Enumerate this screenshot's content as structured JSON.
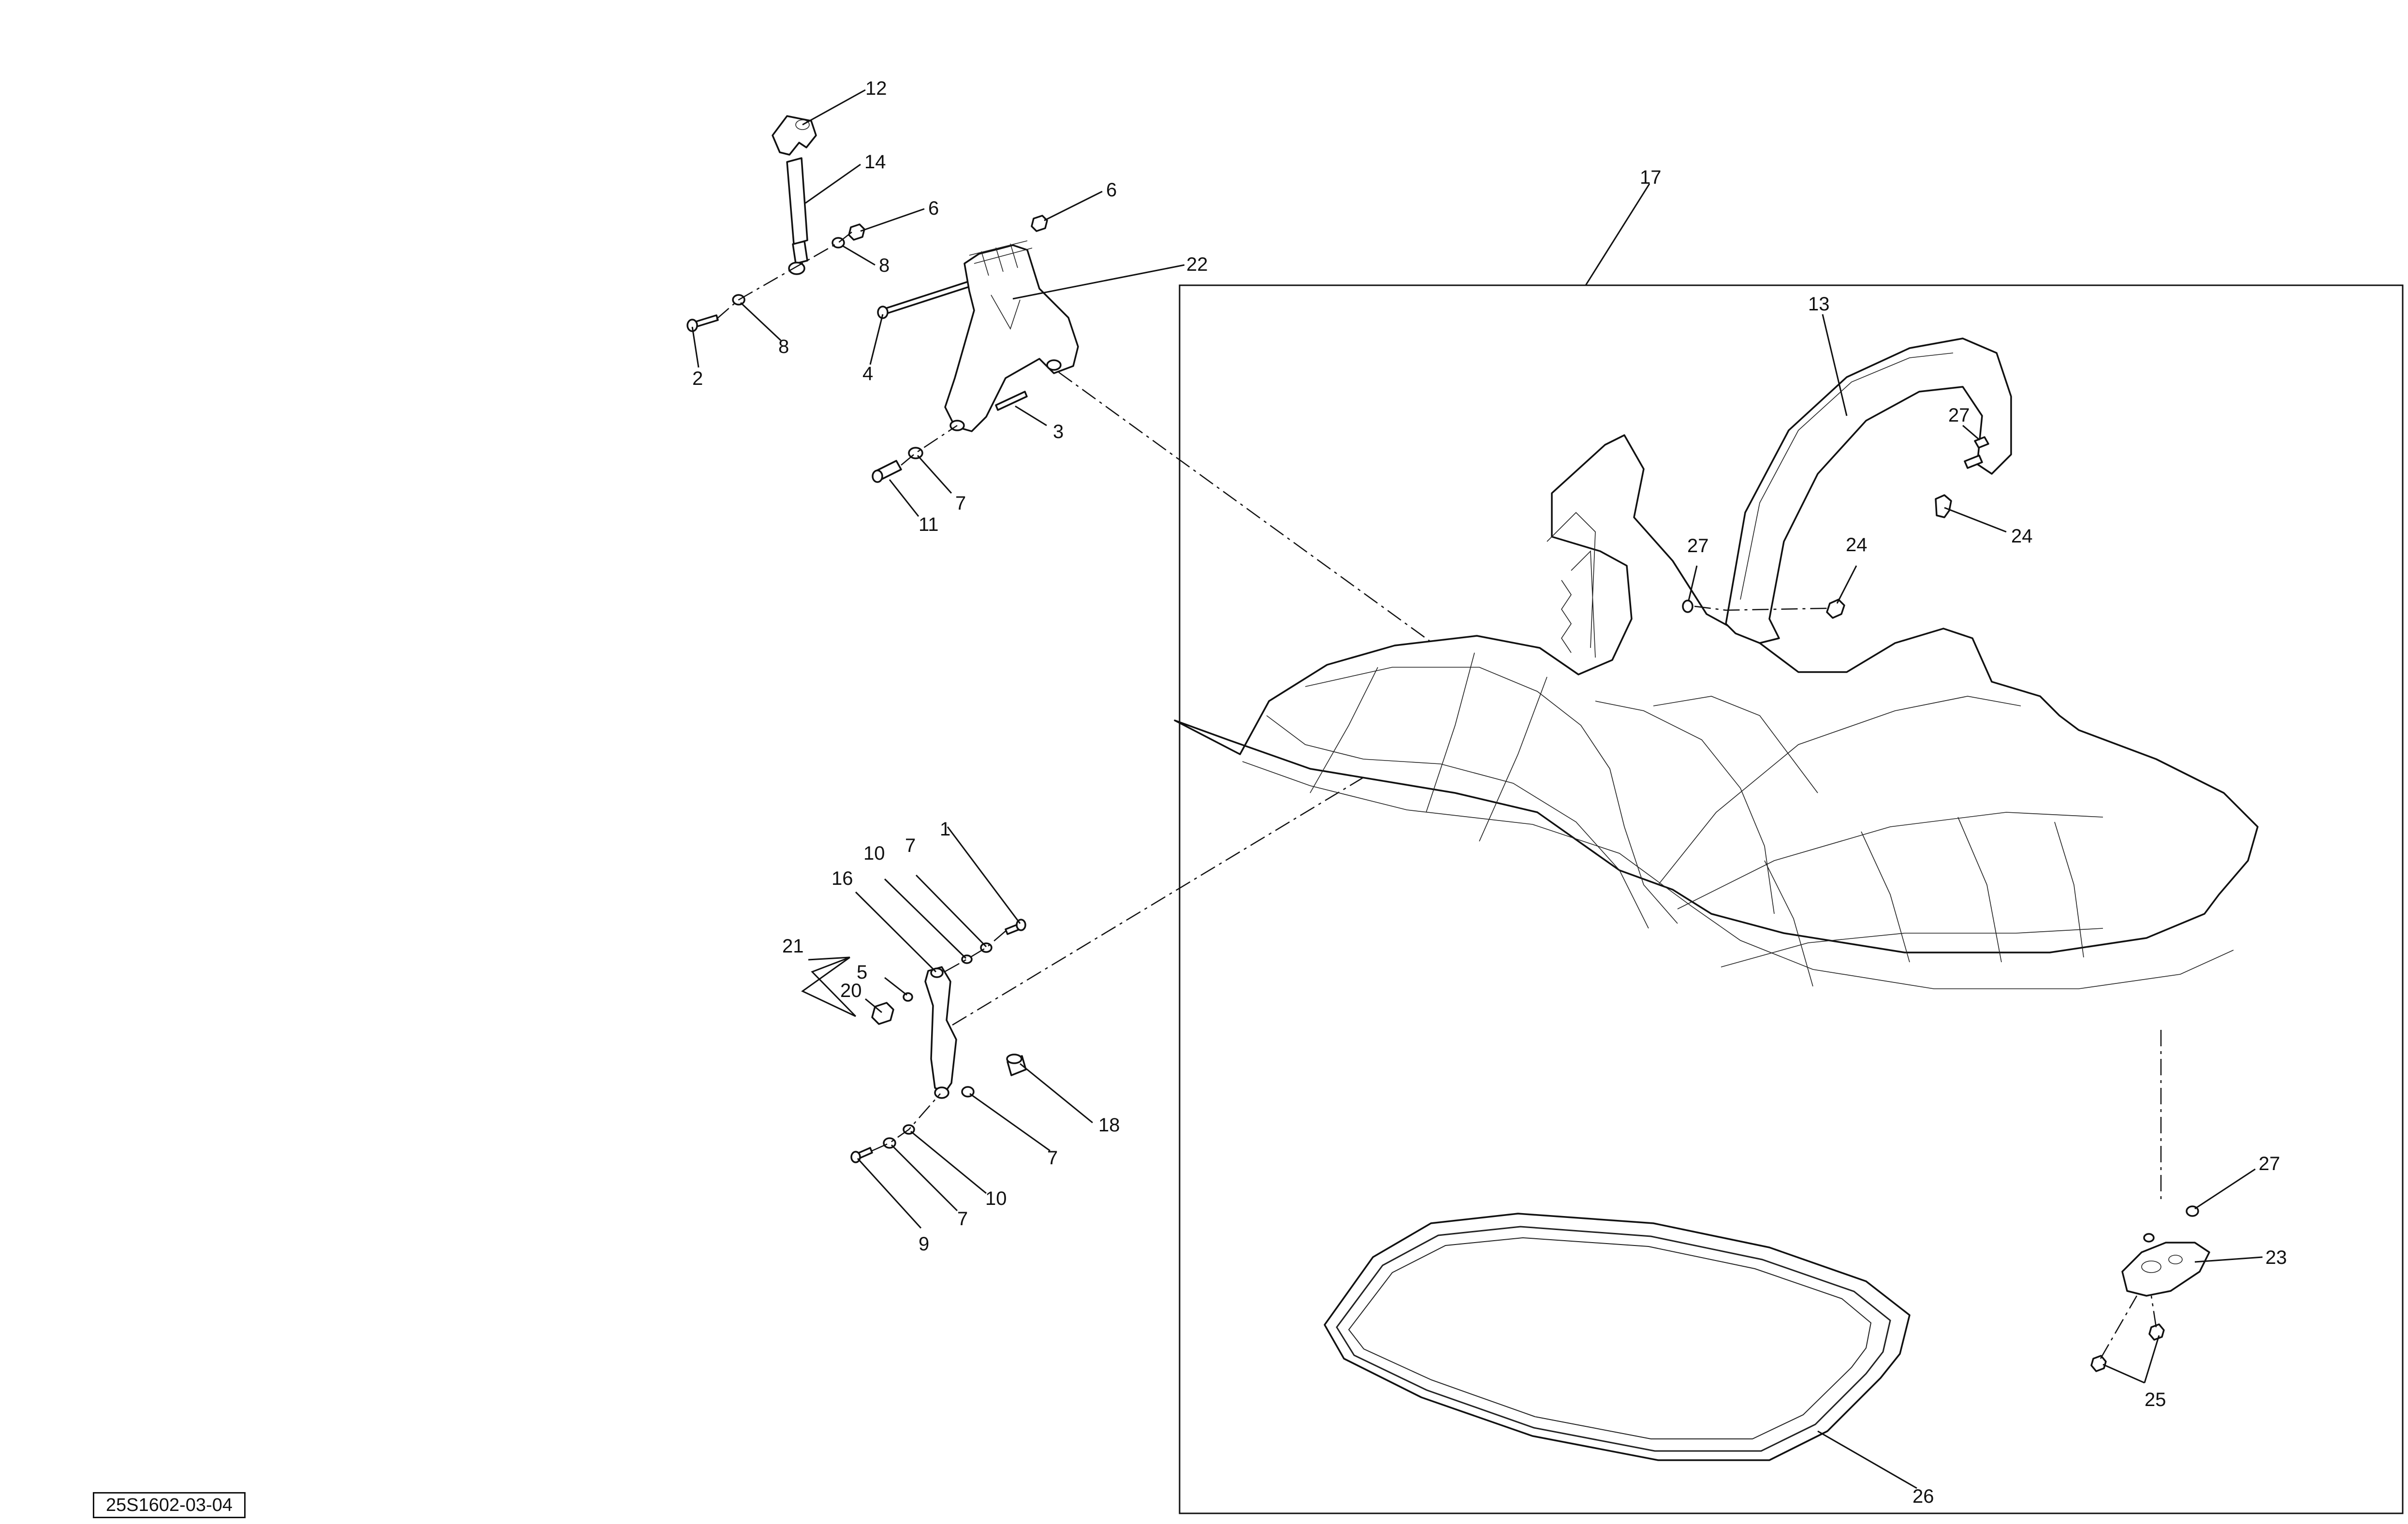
{
  "callouts": {
    "c1": "1",
    "c2": "2",
    "c3": "3",
    "c4": "4",
    "c5": "5",
    "c6a": "6",
    "c6b": "6",
    "c7a": "7",
    "c7b": "7",
    "c7c": "7",
    "c7d": "7",
    "c8a": "8",
    "c8b": "8",
    "c9": "9",
    "c10a": "10",
    "c10b": "10",
    "c11": "11",
    "c12": "12",
    "c13": "13",
    "c14": "14",
    "c16": "16",
    "c17": "17",
    "c18": "18",
    "c20": "20",
    "c21": "21",
    "c22": "22",
    "c23": "23",
    "c24a": "24",
    "c24b": "24",
    "c25": "25",
    "c26": "26",
    "c27a": "27",
    "c27b": "27",
    "c27c": "27"
  },
  "diagram_code": "25S1602-03-04"
}
